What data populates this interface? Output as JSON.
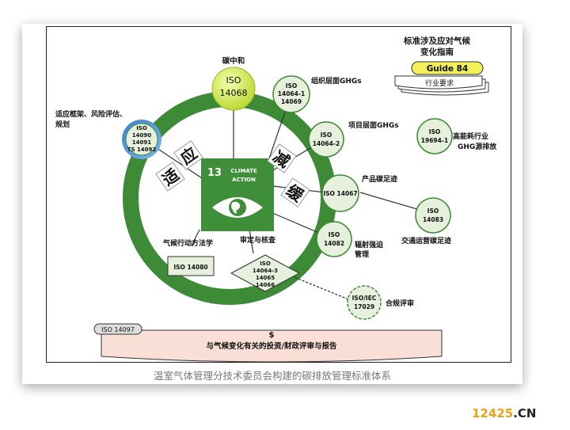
{
  "header": {
    "line1": "标准涉及应对气候",
    "line2": "变化指南"
  },
  "guide": {
    "badge": "Guide 84",
    "tag": "行业要求"
  },
  "center": {
    "number": "13",
    "line1": "CLIMATE",
    "line2": "ACTION"
  },
  "ring_chars": {
    "adapt1": "适",
    "adapt2": "应",
    "mitig1": "减",
    "mitig2": "缓"
  },
  "nodes": {
    "iso14068": {
      "line1": "ISO",
      "line2": "14068",
      "label": "碳中和"
    },
    "iso14064_1": {
      "lines": [
        "ISO",
        "14064-1",
        "14069"
      ],
      "label": "组织层面GHGs"
    },
    "iso14064_2": {
      "lines": [
        "ISO",
        "14064-2"
      ],
      "label": "项目层面GHGs"
    },
    "iso14067": {
      "text": "ISO 14067",
      "label": "产品碳足迹"
    },
    "iso14082": {
      "lines": [
        "ISO",
        "14082"
      ],
      "label_line1": "辐射强迫",
      "label_line2": "管理"
    },
    "iso14090": {
      "lines": [
        "ISO",
        "14090",
        "14091",
        "TS 14092"
      ],
      "label_line1": "适应框架、风险评估、",
      "label_line2": "规划"
    },
    "iso19694": {
      "lines": [
        "ISO",
        "19694-1"
      ],
      "label_line1": "高能耗行业",
      "label_line2": "GHG源排放"
    },
    "iso14083": {
      "lines": [
        "ISO",
        "14083"
      ],
      "label": "交通运营碳足迹"
    },
    "iso_iec17029": {
      "lines": [
        "ISO/IEC",
        "17029"
      ],
      "label": "合规评审"
    },
    "iso14080": {
      "text": "ISO 14080",
      "label": "气候行动方法学"
    },
    "iso14064_3": {
      "lines": [
        "ISO",
        "14064-3",
        "14065",
        "14066"
      ],
      "label": "审定与核查"
    }
  },
  "finance": {
    "tag": "ISO 14097",
    "symbol": "$",
    "text": "与气候变化有关的投资/财政评审与报告"
  },
  "caption": "温室气体管理分技术委员会构建的碳排放管理标准体系",
  "watermark": {
    "part1": "12425",
    "part2": ".CN"
  },
  "colors": {
    "ring": "#3d8a37",
    "center_box": "#3f8f3a",
    "node_fill": "#e6f0dc",
    "iso14068_fill": "#c8e03c",
    "finance_fill": "#f9dfd6",
    "guide_fill": "#f3f05a",
    "watermark_1": "#e8a317",
    "watermark_2": "#222222"
  }
}
